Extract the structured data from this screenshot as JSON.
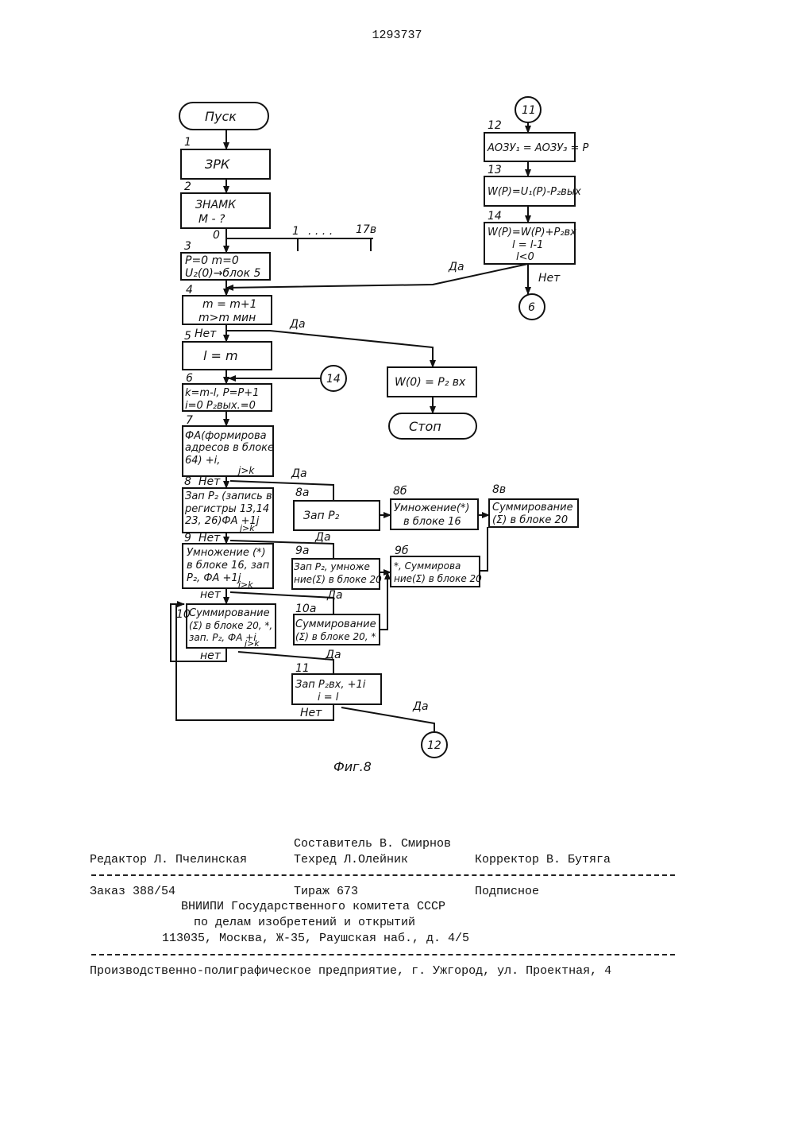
{
  "page_number": "1293737",
  "figure_caption": "Фиг.8",
  "blocks": {
    "start": "Пуск",
    "b1": "ЗРК",
    "b2_line1": "ЗНАМК",
    "b2_line2": "M - ?",
    "b3_line1": "P=0     m=0",
    "b3_line2": "U₂(0)→блок 5",
    "b4_line1": "m = m+1",
    "b4_line2": "m>m мин",
    "b5": "l = m",
    "b6_line1": "k=m-l, P=P+1",
    "b6_line2": "i=0 P₂вых.=0",
    "b7_line1": "ФА(формирова",
    "b7_line2": "адресов в блоке",
    "b7_line3": "64) +i,",
    "b7_line4": "j>k",
    "b8_line1": "Зап P₂ (запись в",
    "b8_line2": "регистры 13,14",
    "b8_line3": "23, 26)ФА +1j",
    "b8_line4": "j>k",
    "b8a": "Зап P₂",
    "b8b_line1": "Умножение(*)",
    "b8b_line2": "в блоке 16",
    "b8v_line1": "Суммирование",
    "b8v_line2": "(Σ) в блоке 20",
    "b9_line1": "Умножение (*)",
    "b9_line2": "в блоке 16, зап",
    "b9_line3": "P₂, ФА +1j",
    "b9_line4": "j>k",
    "b9a_line1": "Зап P₂, умноже",
    "b9a_line2": "ние(Σ) в блоке 20",
    "b9b_line1": "*, Суммирова",
    "b9b_line2": "ние(Σ) в блоке 20",
    "b10_line1": "Суммирование",
    "b10_line2": "(Σ) в блоке 20, *,",
    "b10_line3": "зап. P₂, ФА +i",
    "b10_line4": "j>k",
    "b10a_line1": "Суммирование",
    "b10a_line2": "(Σ) в блоке 20, *",
    "b11_line1": "Зап P₂вх, +1i",
    "b11_line2": "i = l",
    "b12": "АОЗУ₁ = АОЗУ₃ = P",
    "b13": "W(P)=U₁(P)-P₂вых",
    "b14_line1": "W(P)=W(P)+P₂вх",
    "b14_line2": "l = l-1",
    "b14_line3": "l<0",
    "bW": "W(0) = P₂ вх",
    "stop": "Стоп"
  },
  "numbers": {
    "n1": "1",
    "n2": "2",
    "n3": "3",
    "n4": "4",
    "n5": "5",
    "n6": "6",
    "n7": "7",
    "n8": "8",
    "n8a": "8а",
    "n8b": "8б",
    "n8v": "8в",
    "n9": "9",
    "n9a": "9а",
    "n9b": "9б",
    "n10": "10",
    "n10a": "10а",
    "n11": "11",
    "n12": "12",
    "n13": "13",
    "n14": "14"
  },
  "connectors": {
    "c11": "11",
    "c6": "6",
    "c14": "14",
    "c12": "12"
  },
  "switch": {
    "s0": "0",
    "s1": "1",
    "s17": "17в",
    "dots": ". . . ."
  },
  "labels": {
    "yes": "Да",
    "no": "Нет",
    "no_alt": "нет"
  },
  "footer": {
    "compiler": "Составитель В. Смирнов",
    "editor": "Редактор Л. Пчелинская",
    "techred": "Техред Л.Олейник",
    "corrector": "Корректор В. Бутяга",
    "order": "Заказ 388/54",
    "circulation": "Тираж 673",
    "subscription": "Подписное",
    "org1": "ВНИИПИ Государственного комитета СССР",
    "org2": "по делам изобретений и открытий",
    "address": "113035, Москва, Ж-35, Раушская наб., д. 4/5",
    "printer": "Производственно-полиграфическое предприятие, г. Ужгород, ул. Проектная, 4"
  }
}
